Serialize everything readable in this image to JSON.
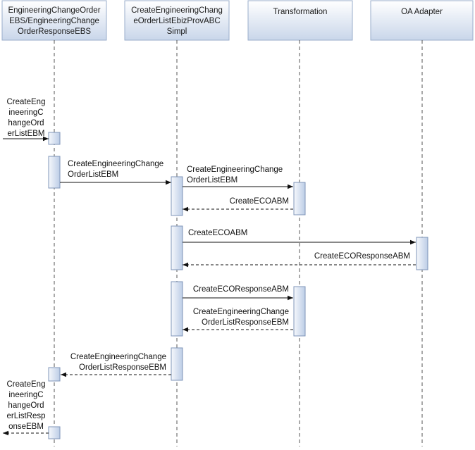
{
  "participants": [
    {
      "id": "ebs",
      "lines": [
        "EngineeringChangeOrder",
        "EBS/EngineeringChange",
        "OrderResponseEBS"
      ]
    },
    {
      "id": "impl",
      "lines": [
        "CreateEngineeringChang",
        "eOrderListEbizProvABC",
        "Simpl"
      ]
    },
    {
      "id": "xform",
      "lines": [
        "Transformation"
      ]
    },
    {
      "id": "oa",
      "lines": [
        "OA Adapter"
      ]
    }
  ],
  "messages": [
    {
      "id": "m1",
      "from": "ext",
      "to": "ebs",
      "style": "solid",
      "label": [
        "CreateEng",
        "ineeringC",
        "hangeOrd",
        "erListEBM"
      ]
    },
    {
      "id": "m2",
      "from": "ebs",
      "to": "impl",
      "style": "solid",
      "label": [
        "CreateEngineeringChange",
        "OrderListEBM"
      ]
    },
    {
      "id": "m3",
      "from": "impl",
      "to": "xform",
      "style": "solid",
      "label": [
        "CreateEngineeringChange",
        "OrderListEBM"
      ]
    },
    {
      "id": "m4",
      "from": "xform",
      "to": "impl",
      "style": "dashed",
      "label": [
        "CreateECOABM"
      ]
    },
    {
      "id": "m5",
      "from": "impl",
      "to": "oa",
      "style": "solid",
      "label": [
        "CreateECOABM"
      ]
    },
    {
      "id": "m6",
      "from": "oa",
      "to": "impl",
      "style": "dashed",
      "label": [
        "CreateECOResponseABM"
      ]
    },
    {
      "id": "m7",
      "from": "impl",
      "to": "xform",
      "style": "solid",
      "label": [
        "CreateECOResponseABM"
      ]
    },
    {
      "id": "m8",
      "from": "xform",
      "to": "impl",
      "style": "dashed",
      "label": [
        "CreateEngineeringChange",
        "OrderListResponseEBM"
      ]
    },
    {
      "id": "m9",
      "from": "impl",
      "to": "ebs",
      "style": "dashed",
      "label": [
        "CreateEngineeringChange",
        "OrderListResponseEBM"
      ]
    },
    {
      "id": "m10",
      "from": "ebs",
      "to": "ext",
      "style": "dashed",
      "label": [
        "CreateEng",
        "ineeringC",
        "hangeOrd",
        "erListResp",
        "onseEBM"
      ]
    }
  ],
  "colors": {
    "header_fill_top": "#ffffff",
    "header_fill_bottom": "#c9d6ea",
    "header_stroke": "#9aaecb",
    "activation_fill_top": "#f4f7fc",
    "activation_fill_bottom": "#bfcfe7",
    "activation_stroke": "#7f95b8",
    "lifeline": "#555555",
    "arrow": "#111111"
  }
}
